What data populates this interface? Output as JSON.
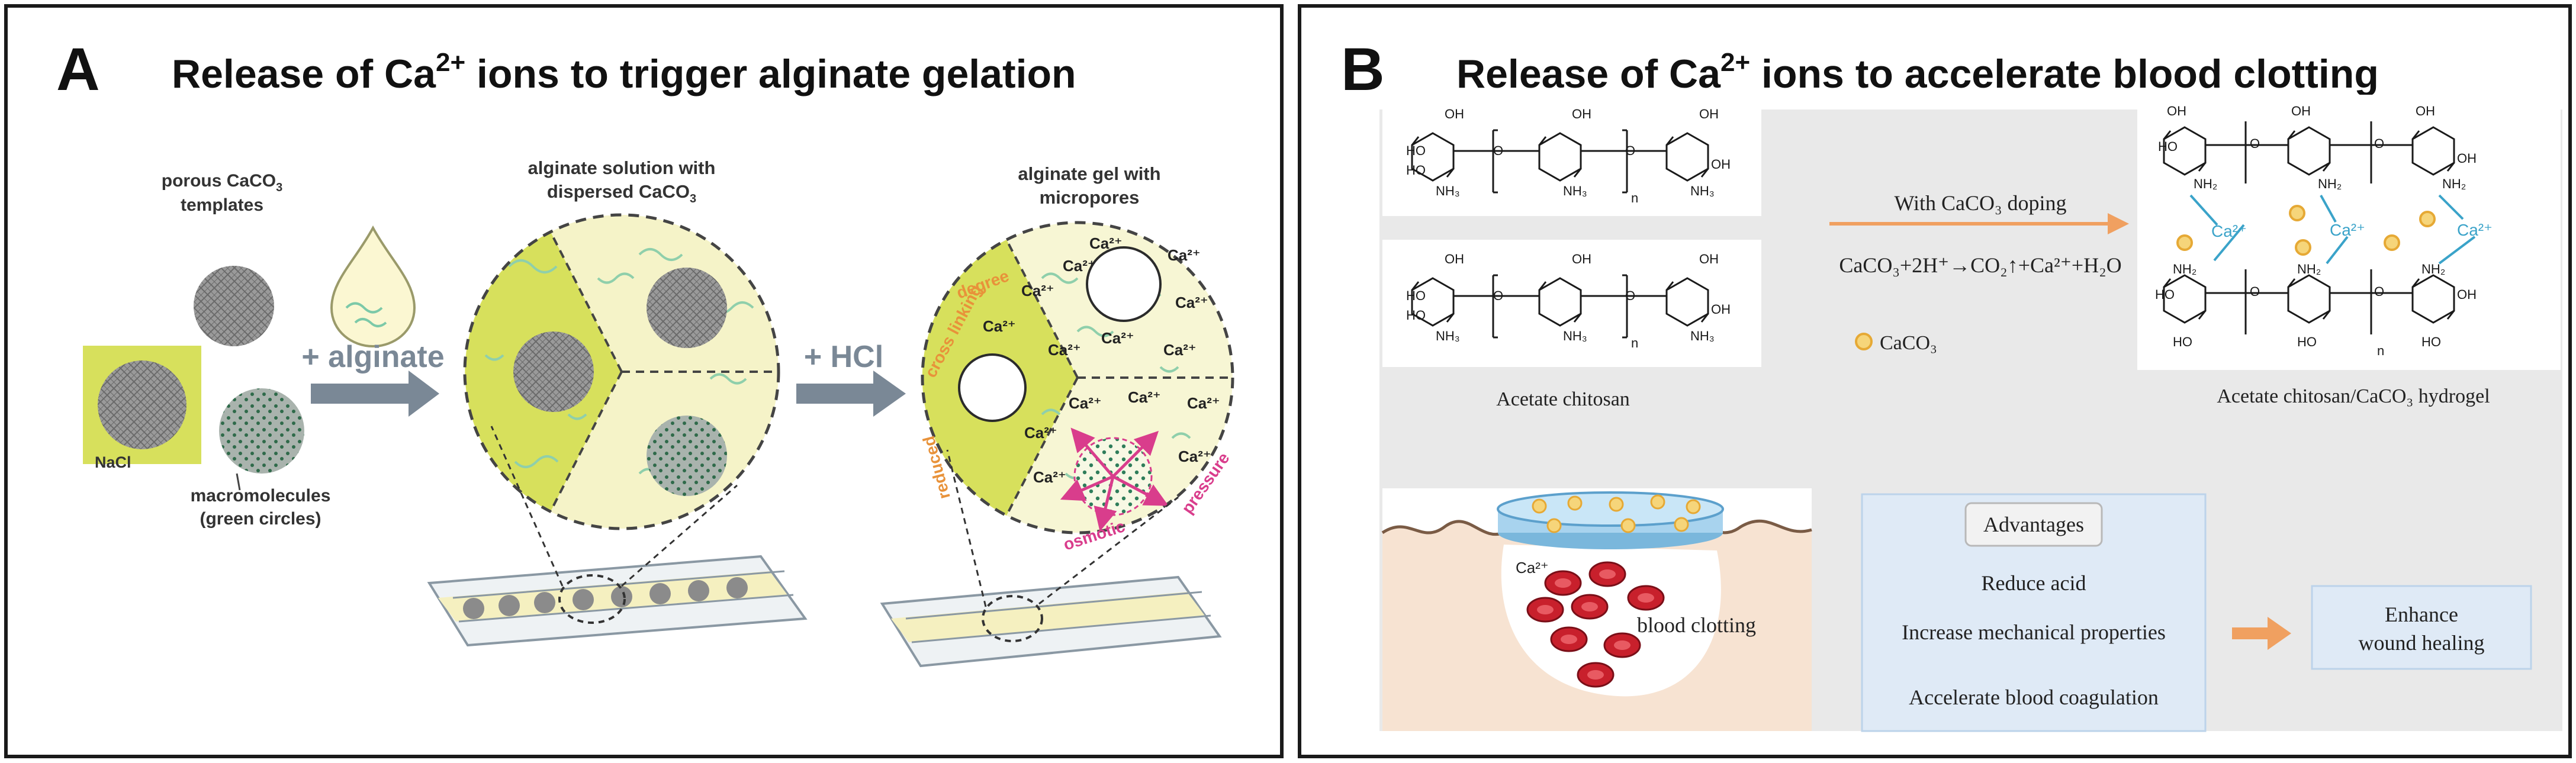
{
  "panel_a": {
    "letter": "A",
    "title_main": "Release of Ca",
    "title_sup": "2+",
    "title_rest": " ions to trigger alginate gelation",
    "templates_label_1": "porous CaCO",
    "templates_label_1_sub": "3",
    "templates_label_2": "templates",
    "nacl_label": "NaCl",
    "macro_label_1": "macromolecules",
    "macro_label_2": "(green circles)",
    "alginate_arrow_label": "+ alginate",
    "solution_label_1": "alginate solution with",
    "solution_label_2": "dispersed CaCO",
    "solution_label_2_sub": "3",
    "hcl_arrow_label": "+ HCl",
    "gel_label_1": "alginate gel with",
    "gel_label_2": "micropores",
    "ion_label": "Ca²⁺",
    "crosslink_label_1": "cross linking",
    "crosslink_label_2": "degree",
    "crosslink_label_3": "reduced",
    "osmotic_label_1": "osmotic",
    "osmotic_label_2": "pressure"
  },
  "panel_b": {
    "letter": "B",
    "title_main": "Release of Ca",
    "title_sup": "2+",
    "title_rest": " ions to accelerate blood clotting",
    "doping_label": "With CaCO₃ doping",
    "equation": "CaCO₃+2H⁺→CO₂↑+Ca²⁺+H₂O",
    "caco3_legend": "CaCO₃",
    "chitosan_caption": "Acetate chitosan",
    "hydrogel_caption": "Acetate chitosan/CaCO₃ hydrogel",
    "blood_ion_label": "Ca²⁺",
    "blood_label": "blood clotting",
    "advantages_title": "Advantages",
    "advantages": [
      "Reduce acid",
      "Increase mechanical properties",
      "Accelerate blood coagulation"
    ],
    "outcome_line_1": "Enhance",
    "outcome_line_2": "wound healing",
    "ca_bridge_label": "Ca²⁺",
    "chem": {
      "oh": "OH",
      "ho": "HO",
      "nh3": "NH₃",
      "nh2": "NH₂",
      "n": "n",
      "o": "O"
    }
  }
}
